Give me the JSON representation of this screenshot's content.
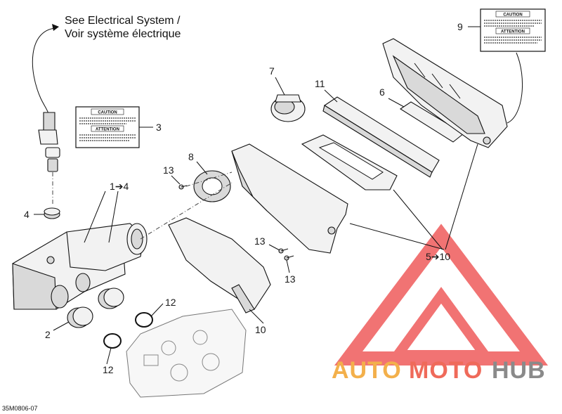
{
  "diagram": {
    "callout_note": {
      "line1": "See Electrical System /",
      "line2": "Voir système électrique"
    },
    "callouts": {
      "c1": "1➔4",
      "c2": "2",
      "c3": "3",
      "c4": "4",
      "c5": "5➔10",
      "c6": "6",
      "c7": "7",
      "c8": "8",
      "c9": "9",
      "c10": "10",
      "c11": "11",
      "c12a": "12",
      "c12b": "12",
      "c13a": "13",
      "c13b": "13",
      "c13c": "13"
    },
    "caution_labels": {
      "caution_title": "CAUTION",
      "attention_title": "ATTENTION"
    },
    "drawing_code": "35M0806-07"
  },
  "watermark": {
    "auto": "AUTO",
    "moto": "MOTO",
    "hub": "HUB",
    "colors": {
      "auto": "#f3b04b",
      "moto": "#ef6a5a",
      "hub": "#8a8a8a",
      "logo": "#ef5b5b"
    }
  }
}
